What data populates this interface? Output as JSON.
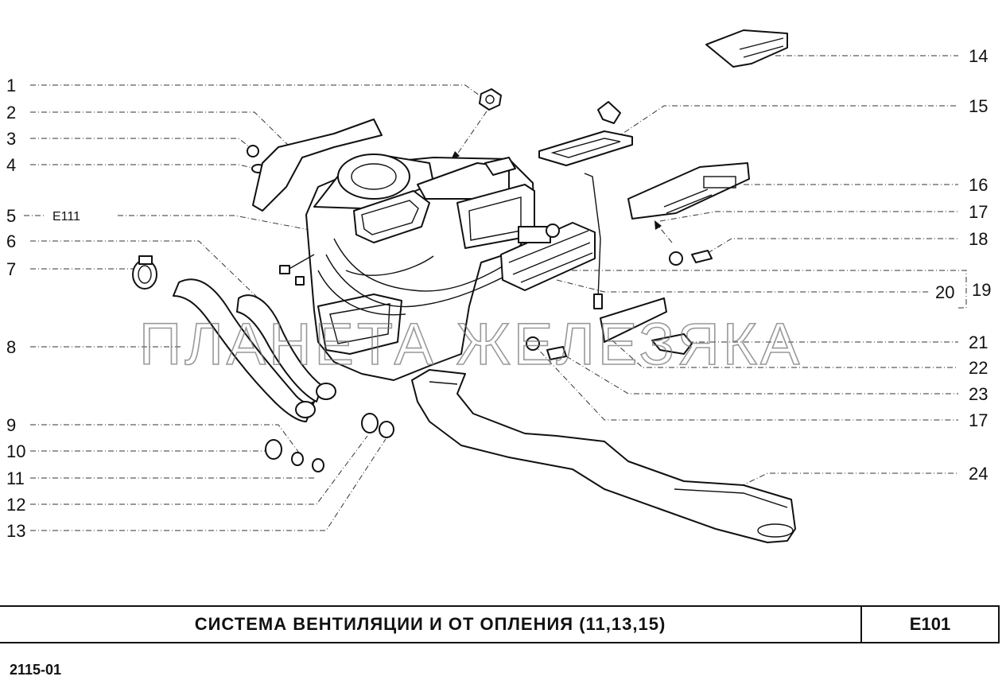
{
  "diagram": {
    "callouts_left": [
      "1",
      "2",
      "3",
      "4",
      "5",
      "6",
      "7",
      "8",
      "9",
      "10",
      "11",
      "12",
      "13"
    ],
    "callouts_right": [
      "14",
      "15",
      "16",
      "17",
      "18",
      "19",
      "20",
      "21",
      "22",
      "23",
      "17",
      "24"
    ],
    "callout_e111": "E111",
    "watermark": "ПЛАНЕТА ЖЕЛЕЗЯКА"
  },
  "title_block": {
    "title": "СИСТЕМА  ВЕНТИЛЯЦИИ  И  ОТ ОПЛЕНИЯ  (11,13,15)",
    "code": "E101",
    "doc_number": "2115-01"
  }
}
